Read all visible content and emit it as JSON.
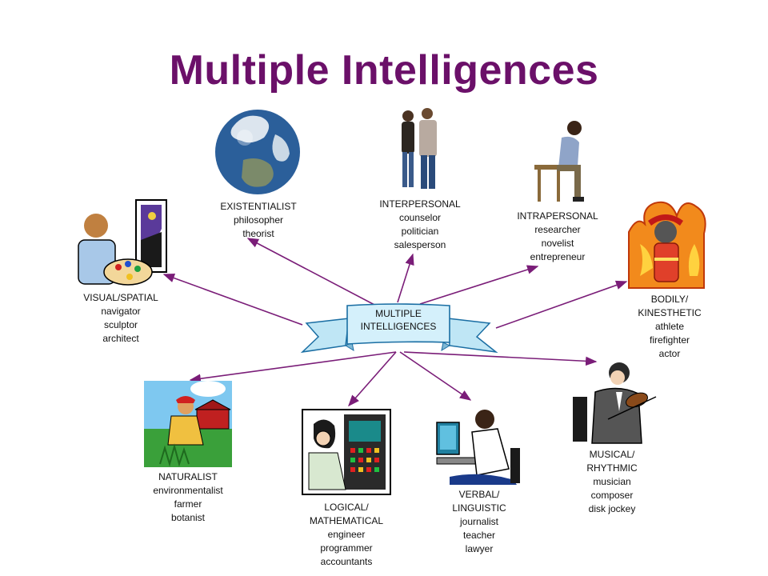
{
  "title": "Multiple Intelligences",
  "colors": {
    "title": "#6b1069",
    "arrow": "#7a1d78",
    "ribbon_fill": "#bfe6f5",
    "ribbon_stroke": "#1a6ea3"
  },
  "center": {
    "line1": "MULTIPLE",
    "line2": "INTELLIGENCES"
  },
  "nodes": [
    {
      "id": "existentialist",
      "heading": "EXISTENTIALIST",
      "roles": [
        "philosopher",
        "theorist"
      ],
      "icon": "globe-icon"
    },
    {
      "id": "interpersonal",
      "heading": "INTERPERSONAL",
      "roles": [
        "counselor",
        "politician",
        "salesperson"
      ],
      "icon": "couple-icon"
    },
    {
      "id": "intrapersonal",
      "heading": "INTRAPERSONAL",
      "roles": [
        "researcher",
        "novelist",
        "entrepreneur"
      ],
      "icon": "thinker-icon"
    },
    {
      "id": "visual",
      "heading": "VISUAL/SPATIAL",
      "roles": [
        "navigator",
        "sculptor",
        "architect"
      ],
      "icon": "painter-icon"
    },
    {
      "id": "bodily",
      "heading_lines": [
        "BODILY/",
        "KINESTHETIC"
      ],
      "roles": [
        "athlete",
        "firefighter",
        "actor"
      ],
      "icon": "firefighter-icon"
    },
    {
      "id": "naturalist",
      "heading": "NATURALIST",
      "roles": [
        "environmentalist",
        "farmer",
        "botanist"
      ],
      "icon": "farmer-icon"
    },
    {
      "id": "logical",
      "heading_lines": [
        "LOGICAL/",
        "MATHEMATICAL"
      ],
      "roles": [
        "engineer",
        "programmer",
        "accountants"
      ],
      "icon": "computer-operator-icon"
    },
    {
      "id": "verbal",
      "heading_lines": [
        "VERBAL/",
        "LINGUISTIC"
      ],
      "roles": [
        "journalist",
        "teacher",
        "lawyer"
      ],
      "icon": "writer-icon"
    },
    {
      "id": "musical",
      "heading_lines": [
        "MUSICAL/",
        "RHYTHMIC"
      ],
      "roles": [
        "musician",
        "composer",
        "disk jockey"
      ],
      "icon": "violinist-icon"
    }
  ]
}
